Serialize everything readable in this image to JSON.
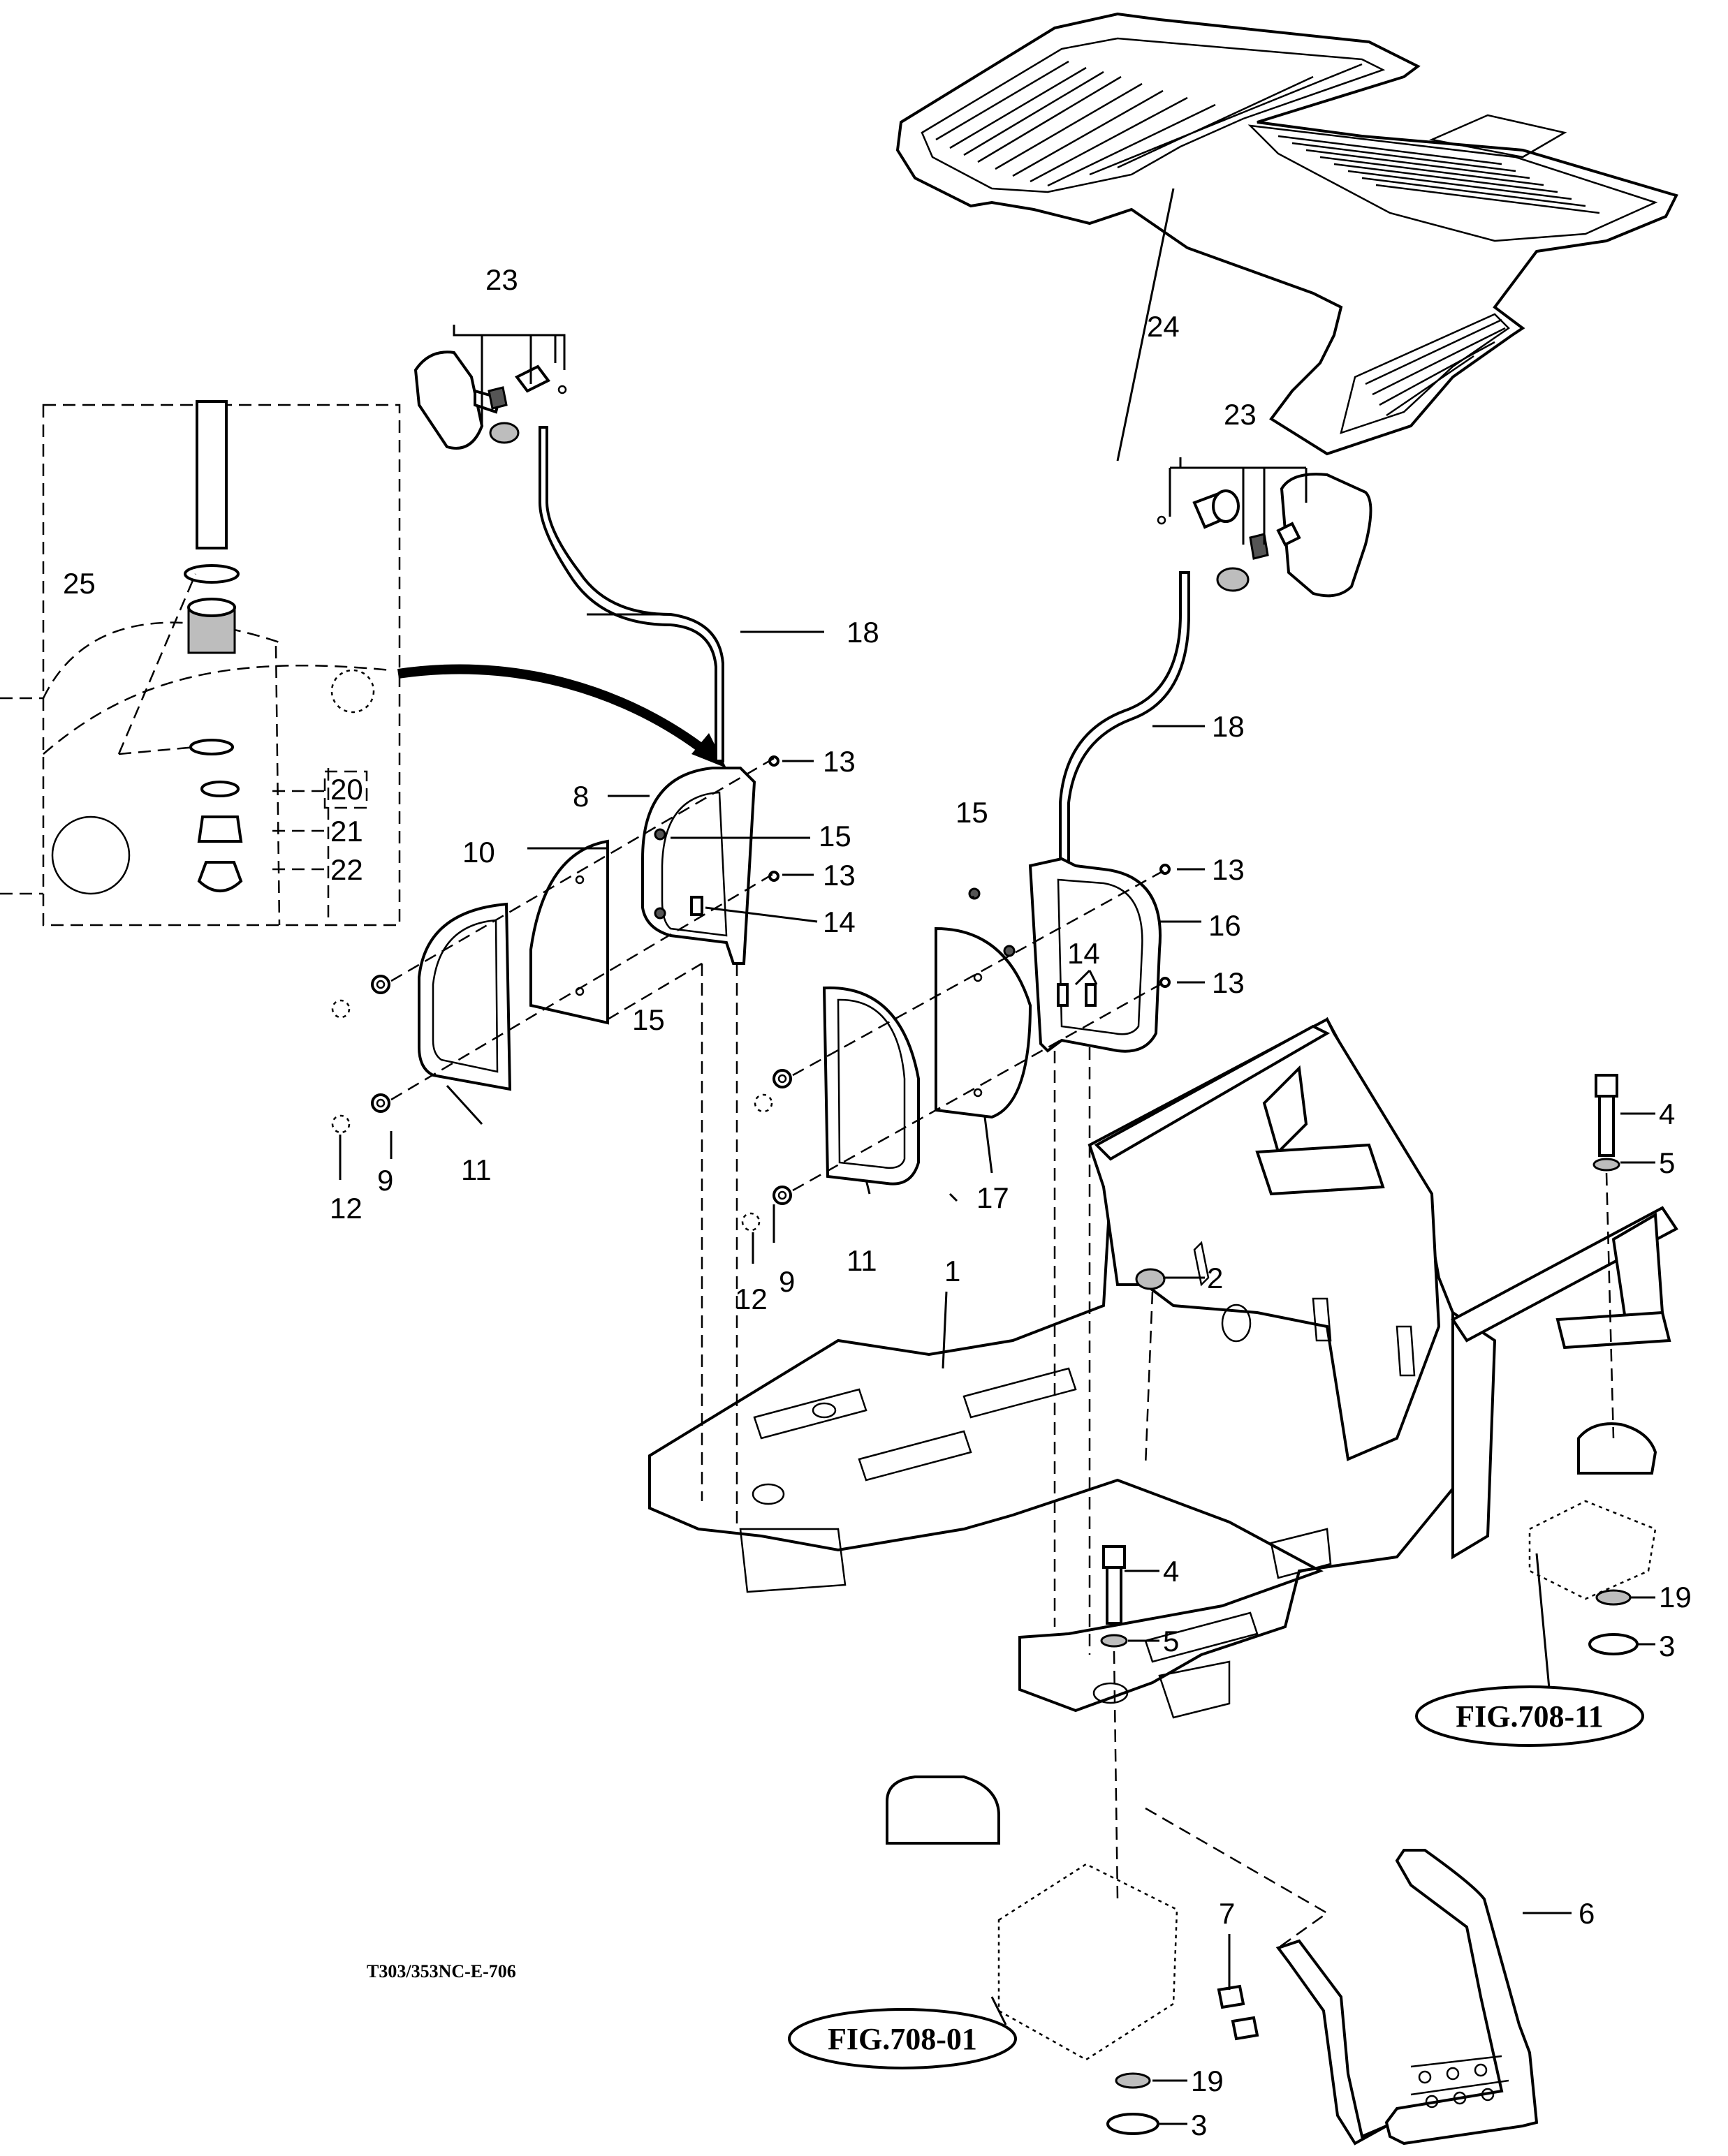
{
  "drawing_code": "T303/353NC-E-706",
  "figure_refs": {
    "right": "FIG.708-11",
    "bottom": "FIG.708-01"
  },
  "callouts": {
    "c1": "1",
    "c2": "2",
    "c3a": "3",
    "c3b": "3",
    "c4a": "4",
    "c4b": "4",
    "c5a": "5",
    "c5b": "5",
    "c6": "6",
    "c7": "7",
    "c8": "8",
    "c9a": "9",
    "c9b": "9",
    "c10": "10",
    "c11a": "11",
    "c11b": "11",
    "c12a": "12",
    "c12b": "12",
    "c13a": "13",
    "c13b": "13",
    "c13c": "13",
    "c13d": "13",
    "c14a": "14",
    "c14b": "14",
    "c15a": "15",
    "c15b": "15",
    "c15c": "15",
    "c16": "16",
    "c17": "17",
    "c18a": "18",
    "c18b": "18",
    "c19a": "19",
    "c19b": "19",
    "c20": "20",
    "c21": "21",
    "c22": "22",
    "c23a": "23",
    "c23b": "23",
    "c24": "24",
    "c25": "25"
  }
}
